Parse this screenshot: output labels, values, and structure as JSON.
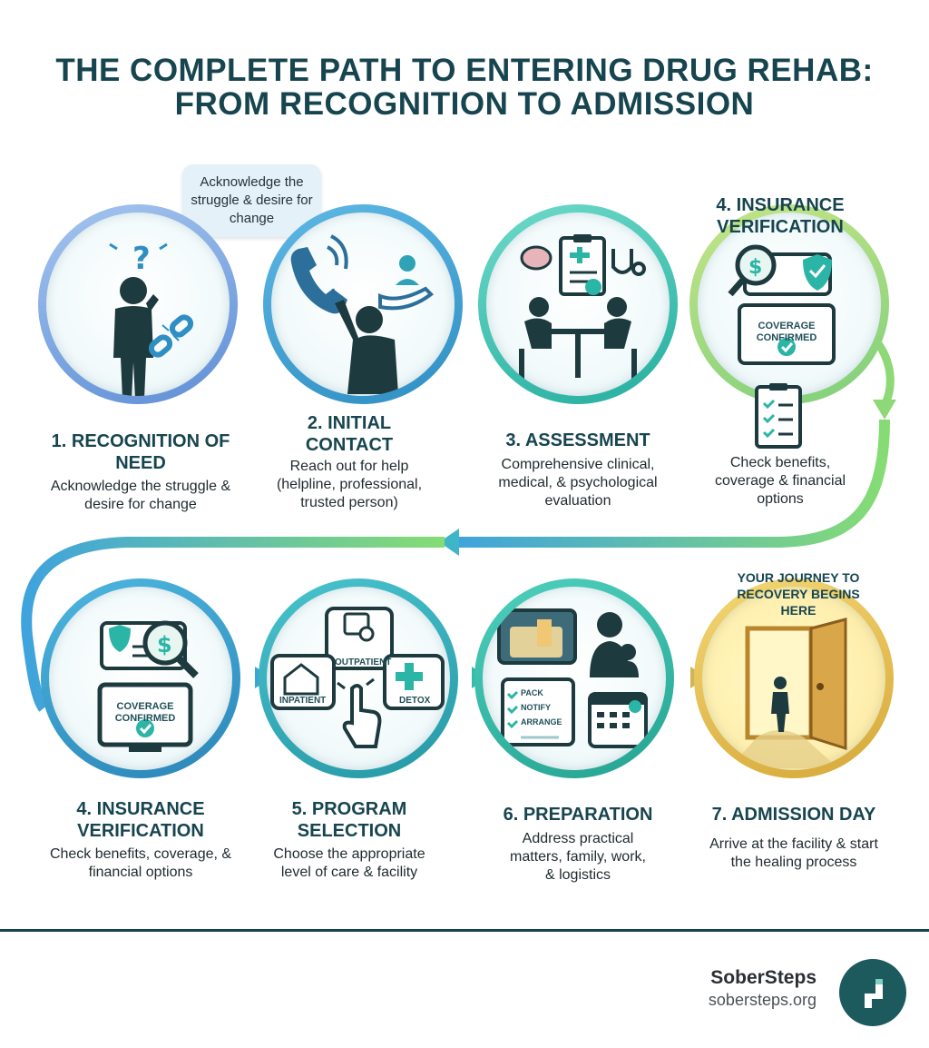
{
  "title": {
    "line1": "THE COMPLETE PATH TO ENTERING DRUG REHAB:",
    "line2": "FROM RECOGNITION TO ADMISSION"
  },
  "bubble_text": "Acknowledge the struggle & desire for change",
  "steps": [
    {
      "title": "1. RECOGNITION OF NEED",
      "description": "Acknowledge the struggle & desire for change"
    },
    {
      "title": "2. INITIAL CONTACT",
      "description": "Reach out for help (helpline, professional, trusted person)"
    },
    {
      "title": "3. ASSESSMENT",
      "description": "Comprehensive clinical, medical, & psychological evaluation"
    },
    {
      "title": "4. INSURANCE VERIFICATION",
      "description": "Check benefits, coverage & financial options"
    },
    {
      "title": "4. INSURANCE VERIFICATION",
      "description": "Check benefits, coverage, & financial options"
    },
    {
      "title": "5. PROGRAM SELECTION",
      "description": "Choose the appropriate level of care & facility"
    },
    {
      "title": "6. PREPARATION",
      "description": "Address practical matters, family, work, & logistics"
    },
    {
      "title": "7. ADMISSION DAY",
      "description": "Arrive at the facility & start the healing process"
    }
  ],
  "badges": {
    "coverage_top": "COVERAGE CONFIRMED",
    "coverage_bottom": "COVERAGE CONFIRMED"
  },
  "program_options": {
    "inpatient": "INPATIENT",
    "outpatient": "OUTPATIENT",
    "detox": "DETOX"
  },
  "checklist": [
    "PACK",
    "NOTIFY",
    "ARRANGE"
  ],
  "journey_text": "YOUR JOURNEY TO RECOVERY BEGINS HERE",
  "brand": {
    "name": "SoberSteps",
    "url": "sobersteps.org"
  },
  "colors": {
    "title": "#17454f",
    "accent_teal": "#2bb5a6",
    "accent_blue": "#3a8fd0",
    "accent_gold": "#d6a838"
  },
  "icons": [
    "question-mark-icon",
    "broken-chain-icon",
    "phone-icon",
    "helping-hand-icon",
    "brain-icon",
    "clipboard-icon",
    "stethoscope-icon",
    "magnifier-dollar-icon",
    "shield-check-icon",
    "calendar-icon",
    "hospital-icon",
    "cross-icon",
    "pointer-hand-icon",
    "suitcase-icon",
    "family-icon",
    "open-door-icon"
  ]
}
